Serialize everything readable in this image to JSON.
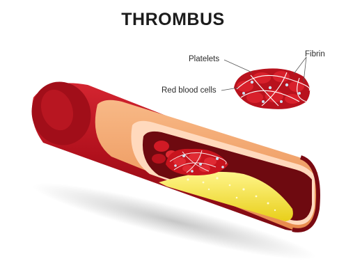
{
  "title": "THROMBUS",
  "labels": {
    "platelets": "Platelets",
    "fibrin": "Fibrin",
    "red_blood_cells": "Red blood cells"
  },
  "colors": {
    "vessel_outer": "#b0101c",
    "vessel_dark": "#7a0a12",
    "vessel_layer": "#f4a46a",
    "intima": "#ffd6b8",
    "lumen": "#6e0a10",
    "plaque": "#f7e83a",
    "clot": "#c8141e",
    "fibrin": "#ffffff",
    "platelets": "#cde3f5"
  }
}
